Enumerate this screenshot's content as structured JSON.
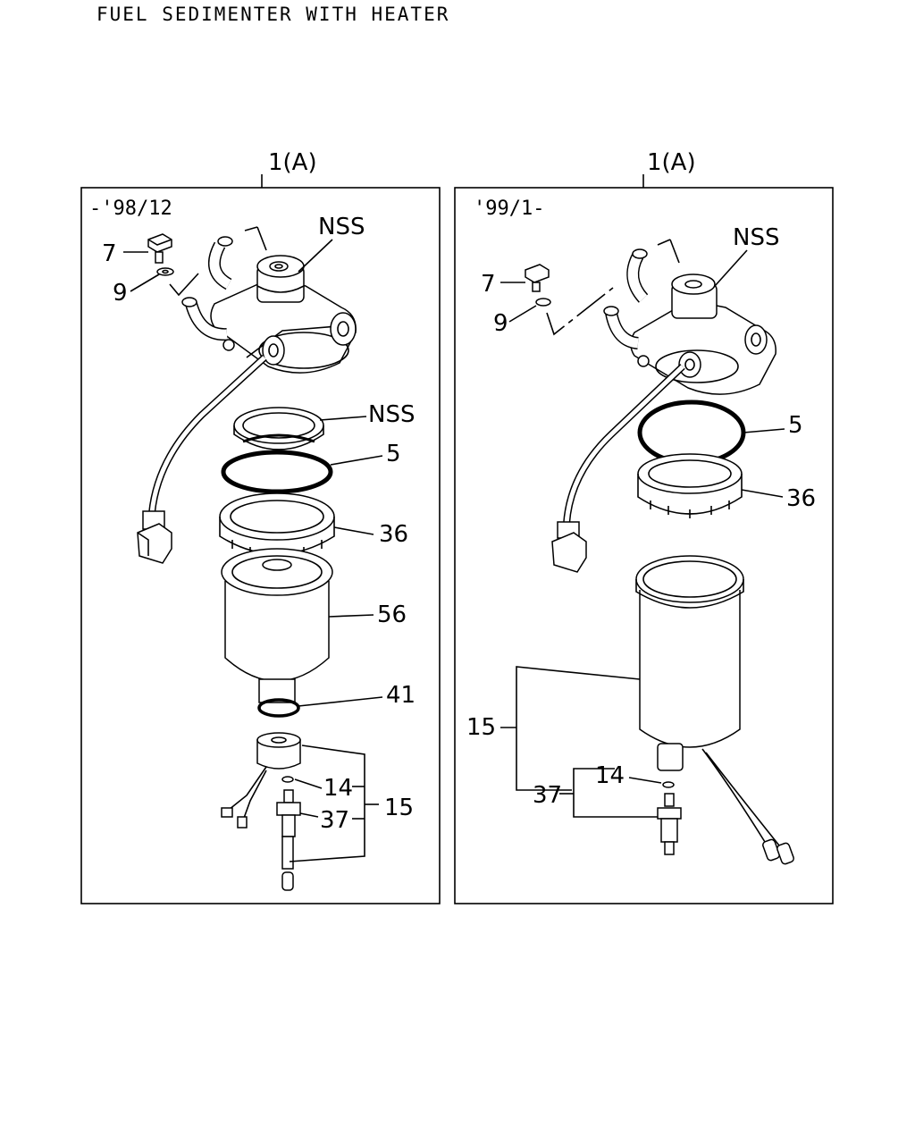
{
  "title": "FUEL SEDIMENTER WITH HEATER",
  "panels": [
    {
      "assembly_ref": "1(A)",
      "date_range": "-'98/12",
      "callouts": {
        "bolt": "7",
        "washer": "9",
        "head": "NSS",
        "top_ring": "NSS",
        "o_ring": "5",
        "retaining_ring": "36",
        "element": "56",
        "small_o_ring": "41",
        "plug_o_ring": "14",
        "drain_plug": "37",
        "sensor_kit": "15"
      }
    },
    {
      "assembly_ref": "1(A)",
      "date_range": "'99/1-",
      "callouts": {
        "bolt": "7",
        "washer": "9",
        "head": "NSS",
        "o_ring": "5",
        "retaining_ring": "36",
        "bowl_assembly": "15",
        "plug_o_ring": "14",
        "drain_plug": "37"
      }
    }
  ]
}
